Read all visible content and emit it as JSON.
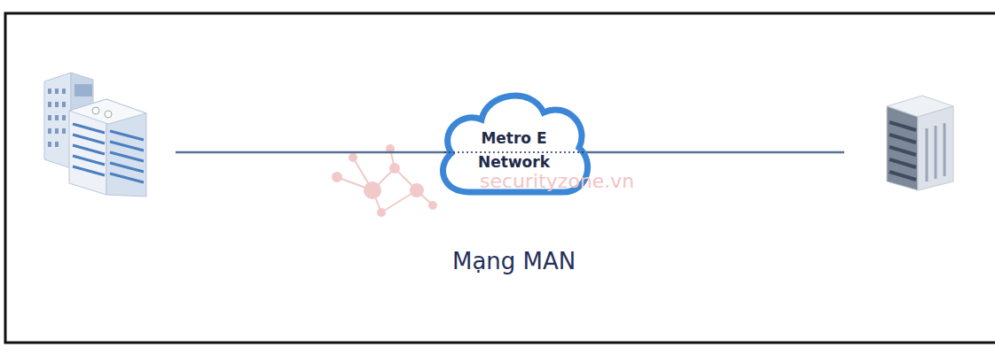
{
  "diagram": {
    "nodes": [
      {
        "text": [
          "Metro E Network"
        ]
      }
    ],
    "labels": [
      "Mạng MAN",
      "securityzone.vn"
    ]
  }
}
